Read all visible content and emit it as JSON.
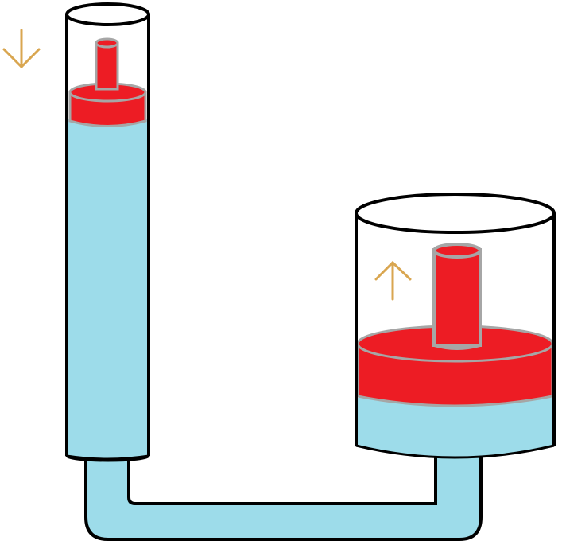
{
  "diagram": {
    "subject": "hydraulic-press",
    "colors": {
      "fluid": "#9ddcea",
      "piston": "#ed1c24",
      "piston_outline": "#a6a6a6",
      "outline": "#000000",
      "arrow": "#d9a650"
    },
    "small_piston_direction": "down",
    "large_piston_direction": "up"
  }
}
